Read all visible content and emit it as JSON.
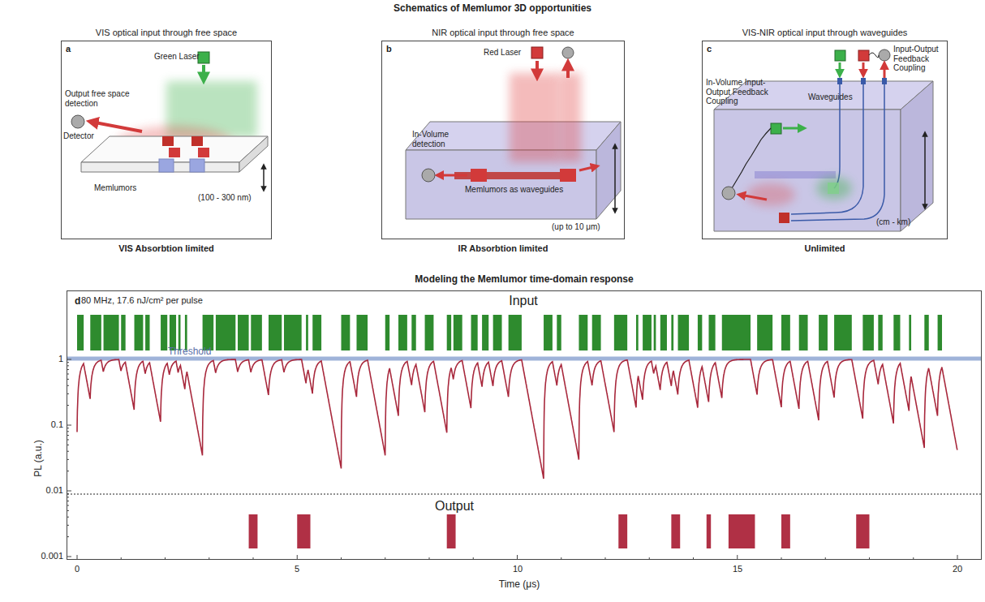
{
  "diagram": {
    "title": "Schematics of Memlumor 3D opportunities",
    "nodes": [
      {
        "text": [
          "VIS optical input through free space",
          "a",
          "VIS Absorbtion limited"
        ]
      },
      {
        "text": [
          "NIR optical input through free space",
          "b",
          "IR Absorbtion limited"
        ]
      },
      {
        "text": [
          "VIS-NIR optical input through waveguides",
          "c",
          "Unlimited"
        ]
      },
      {
        "text": [
          "Modeling the Memlumor time-domain response",
          "d"
        ]
      }
    ],
    "labels": [
      "Green Laser",
      "Output free space detection",
      "Detector",
      "Memlumors",
      "(100 - 300 nm)",
      "Red Laser",
      "In-Volume detection",
      "Memlumors as waveguides",
      "(up to 10 μm)",
      "Input-Output Feedback Coupling",
      "In-Volume Input-Output Feedback Coupling",
      "Waveguides",
      "(cm - km)",
      "80 MHz, 17.6 nJ/cm² per pulse",
      "Input",
      "Threshold",
      "Output",
      "PL (a.u.)",
      "1",
      "0.1",
      "0.01",
      "0.001",
      "0",
      "5",
      "10",
      "15",
      "20",
      "Time (μs)"
    ]
  }
}
